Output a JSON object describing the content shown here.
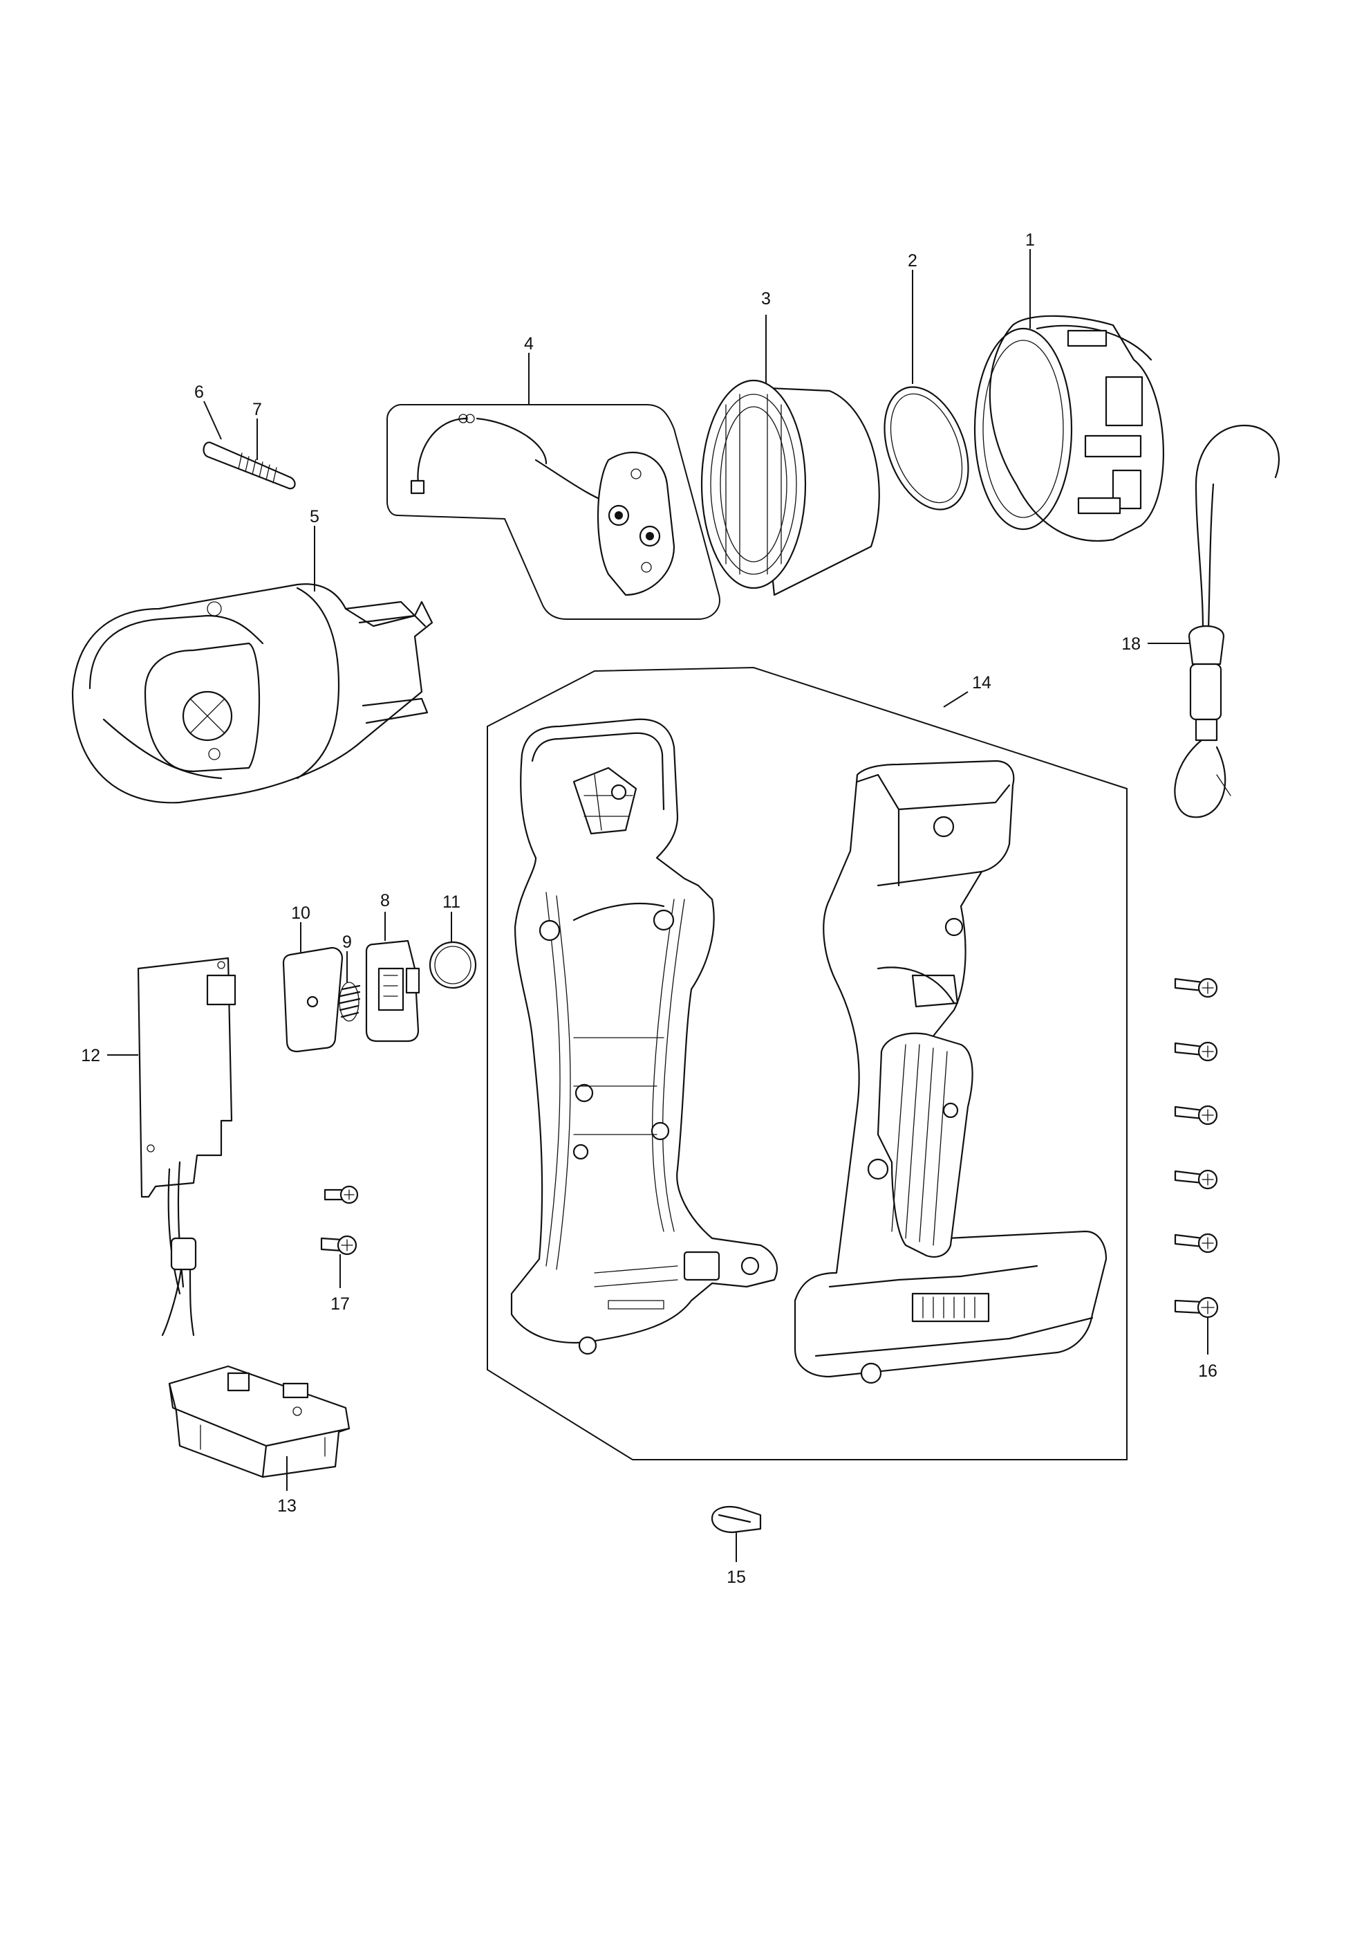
{
  "callouts": [
    {
      "id": "1",
      "part": "lens-cap-ring"
    },
    {
      "id": "2",
      "part": "lens"
    },
    {
      "id": "3",
      "part": "reflector-ring"
    },
    {
      "id": "4",
      "part": "led-unit"
    },
    {
      "id": "5",
      "part": "head-housing"
    },
    {
      "id": "6",
      "part": "pin"
    },
    {
      "id": "7",
      "part": "spring-pin"
    },
    {
      "id": "8",
      "part": "switch"
    },
    {
      "id": "9",
      "part": "spring"
    },
    {
      "id": "10",
      "part": "switch-plate"
    },
    {
      "id": "11",
      "part": "ring"
    },
    {
      "id": "12",
      "part": "controller-board"
    },
    {
      "id": "13",
      "part": "terminal-block"
    },
    {
      "id": "14",
      "part": "housing-set"
    },
    {
      "id": "15",
      "part": "hook"
    },
    {
      "id": "16",
      "part": "tapping-screw"
    },
    {
      "id": "17",
      "part": "screw"
    },
    {
      "id": "18",
      "part": "strap"
    }
  ]
}
